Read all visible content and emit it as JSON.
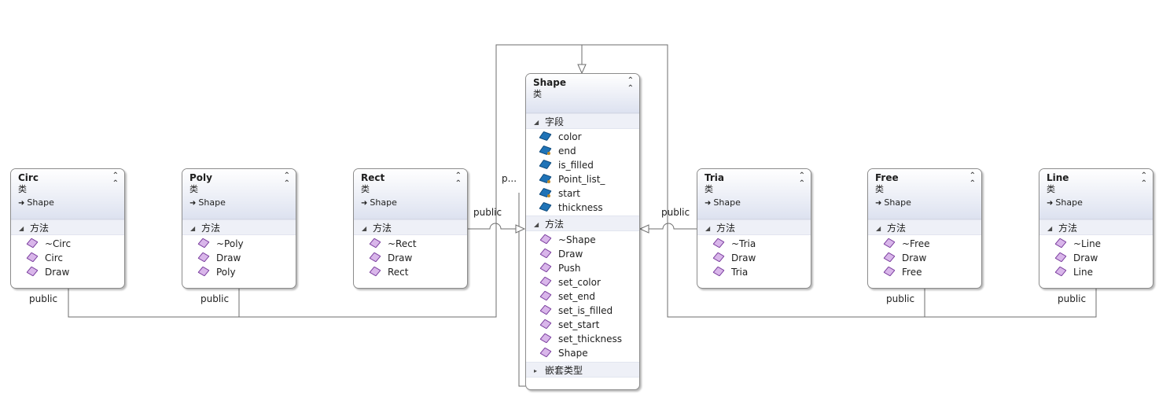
{
  "labels": {
    "kind": "类",
    "methods_section": "方法",
    "fields_section": "字段",
    "nested_section": "嵌套类型"
  },
  "base": {
    "name": "Shape",
    "fields": [
      "color",
      "end",
      "is_filled",
      "Point_list_",
      "start",
      "thickness"
    ],
    "methods": [
      "~Shape",
      "Draw",
      "Push",
      "set_color",
      "set_end",
      "set_is_filled",
      "set_start",
      "set_thickness",
      "Shape"
    ]
  },
  "derived": [
    {
      "name": "Circ",
      "base": "Shape",
      "methods": [
        "~Circ",
        "Circ",
        "Draw"
      ]
    },
    {
      "name": "Poly",
      "base": "Shape",
      "methods": [
        "~Poly",
        "Draw",
        "Poly"
      ]
    },
    {
      "name": "Rect",
      "base": "Shape",
      "methods": [
        "~Rect",
        "Draw",
        "Rect"
      ]
    },
    {
      "name": "Tria",
      "base": "Shape",
      "methods": [
        "~Tria",
        "Draw",
        "Tria"
      ]
    },
    {
      "name": "Free",
      "base": "Shape",
      "methods": [
        "~Free",
        "Draw",
        "Free"
      ]
    },
    {
      "name": "Line",
      "base": "Shape",
      "methods": [
        "~Line",
        "Draw",
        "Line"
      ]
    }
  ],
  "edge_labels": {
    "circ": "public",
    "poly": "public",
    "rect": "public",
    "tria": "public",
    "free": "public",
    "line": "public",
    "truncated": "p..."
  },
  "colors": {
    "header_gradient_top": "#ffffff",
    "header_gradient_bottom": "#dde2f0",
    "border": "#8c8c8c",
    "connector": "#6e6e6e",
    "method_icon": "#7a3d9e",
    "field_icon": "#1f73b7"
  }
}
